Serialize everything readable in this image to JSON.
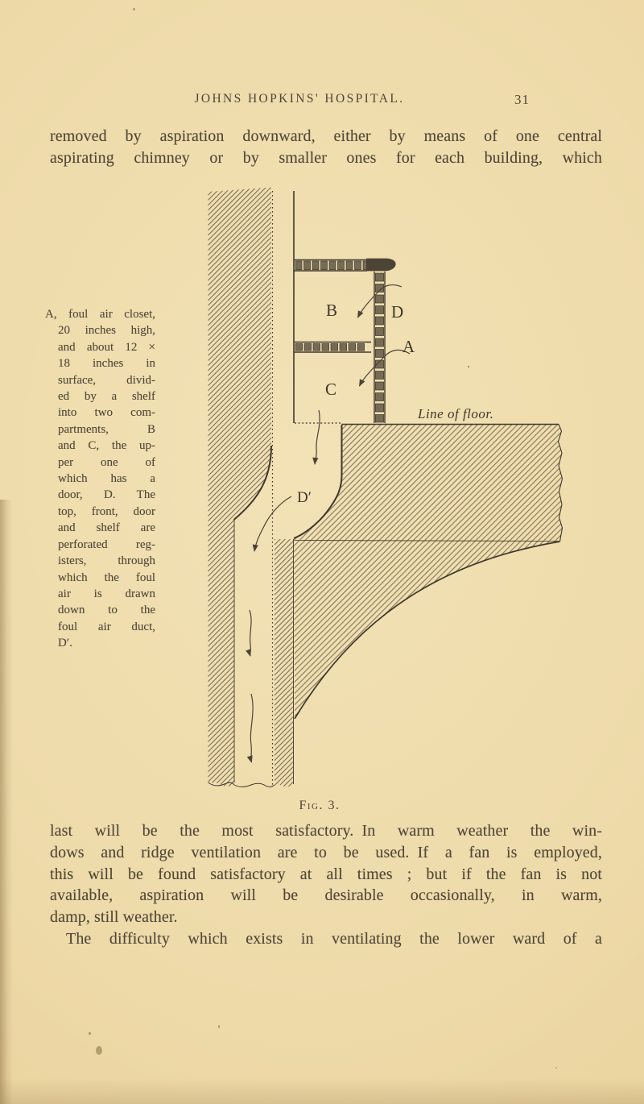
{
  "header": {
    "title": "JOHNS HOPKINS' HOSPITAL.",
    "page_number": "31"
  },
  "intro_lines": [
    "removed by aspiration downward, either by means of one central",
    "aspirating chimney or by smaller ones for each building, which"
  ],
  "side_caption_lines": [
    "A, foul air closet,",
    "20 inches high,",
    "and about 12 ×",
    "18 inches in",
    "surface, divid-",
    "ed by a shelf",
    "into two com-",
    "partments, B",
    "and C, the up-",
    "per one of",
    "which has a",
    "door, D. The",
    "top, front, door",
    "and shelf are",
    "perforated reg-",
    "isters, through",
    "which the foul",
    "air is drawn",
    "down to the",
    "foul air duct,",
    "D′."
  ],
  "figure": {
    "caption": "Fig. 3.",
    "labels": {
      "b": "B",
      "d": "D",
      "a": "A",
      "c": "C",
      "d_prime": "D′",
      "line_of_floor": "Line of floor."
    }
  },
  "body_lines": [
    "last will be the most satisfactory. In warm weather the win-",
    "dows and ridge ventilation are to be used. If a fan is employed,",
    "this will be found satisfactory at all times ; but if the fan is not",
    "available, aspiration will be desirable occasionally, in warm,",
    "damp, still weather.",
    "The difficulty which exists in ventilating the lower ward of a"
  ],
  "colors": {
    "paper": "#eedaa9",
    "ink": "#4a4234",
    "figure_line": "#3e382c",
    "hatch": "#6e6450",
    "brick_fill": "#776b54"
  }
}
